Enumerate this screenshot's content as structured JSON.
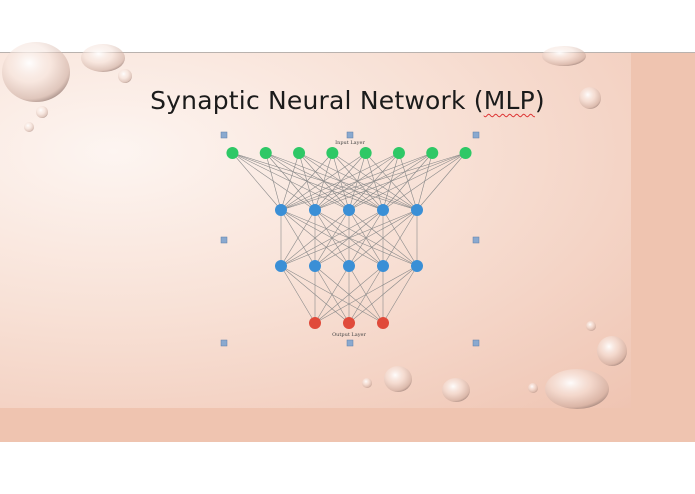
{
  "slide": {
    "title": "Synaptic Neural Network (MLP)",
    "title_main": "Synaptic Neural Network (",
    "title_mlp": "MLP",
    "title_end": ")"
  },
  "diagram": {
    "input_layer_label": "Input Layer",
    "output_layer_label": "Output Layer",
    "layers": [
      {
        "name": "input",
        "count": 8,
        "color": "#2ec866"
      },
      {
        "name": "hidden-1",
        "count": 5,
        "color": "#3a8fd6"
      },
      {
        "name": "hidden-2",
        "count": 5,
        "color": "#3a8fd6"
      },
      {
        "name": "output",
        "count": 3,
        "color": "#e04a3a"
      }
    ],
    "edge_color": "#8a8a8a",
    "handle_color": "#8aa9cf"
  },
  "colors": {
    "background_gradient_light": "#fdf5f1",
    "background_gradient_dark": "#efc4b2"
  }
}
